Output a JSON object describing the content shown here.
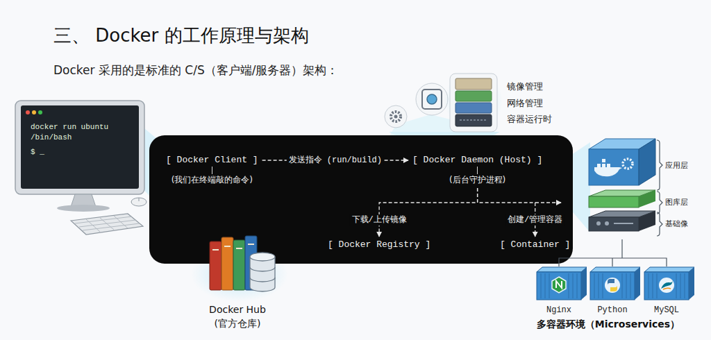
{
  "diagram": {
    "title": "三、 Docker 的工作原理与架构",
    "nodes": [
      {
        "text": [
          "[ Docker Client ]",
          "(我们在终端敲的命令)"
        ]
      },
      {
        "text": [
          "[ Docker Daemon (Host) ]",
          "(后台守护进程)"
        ]
      },
      {
        "text": [
          "[ Docker Registry ]"
        ]
      },
      {
        "text": [
          "[ Container ]"
        ]
      }
    ],
    "edges": [
      {
        "from": 0,
        "to": 1,
        "label": "发送指令 (run/build)",
        "arrow": "to"
      },
      {
        "from": 1,
        "to": 2,
        "label": "下载/上传镜像",
        "arrow": "to"
      },
      {
        "from": 1,
        "to": 3,
        "label": "创建/管理容器",
        "arrow": "to"
      }
    ],
    "labels": [
      "Docker 采用的是标准的 C/S（客户端/服务器）架构：",
      "docker run ubuntu /bin/bash",
      "$ _",
      "镜像管理",
      "网络管理",
      "容器运行时",
      "应用层",
      "图库层",
      "基础像",
      "Nginx",
      "Python",
      "MySQL",
      "多容器环境（Microservices）",
      "Docker Hub",
      "(官方仓库)"
    ]
  }
}
